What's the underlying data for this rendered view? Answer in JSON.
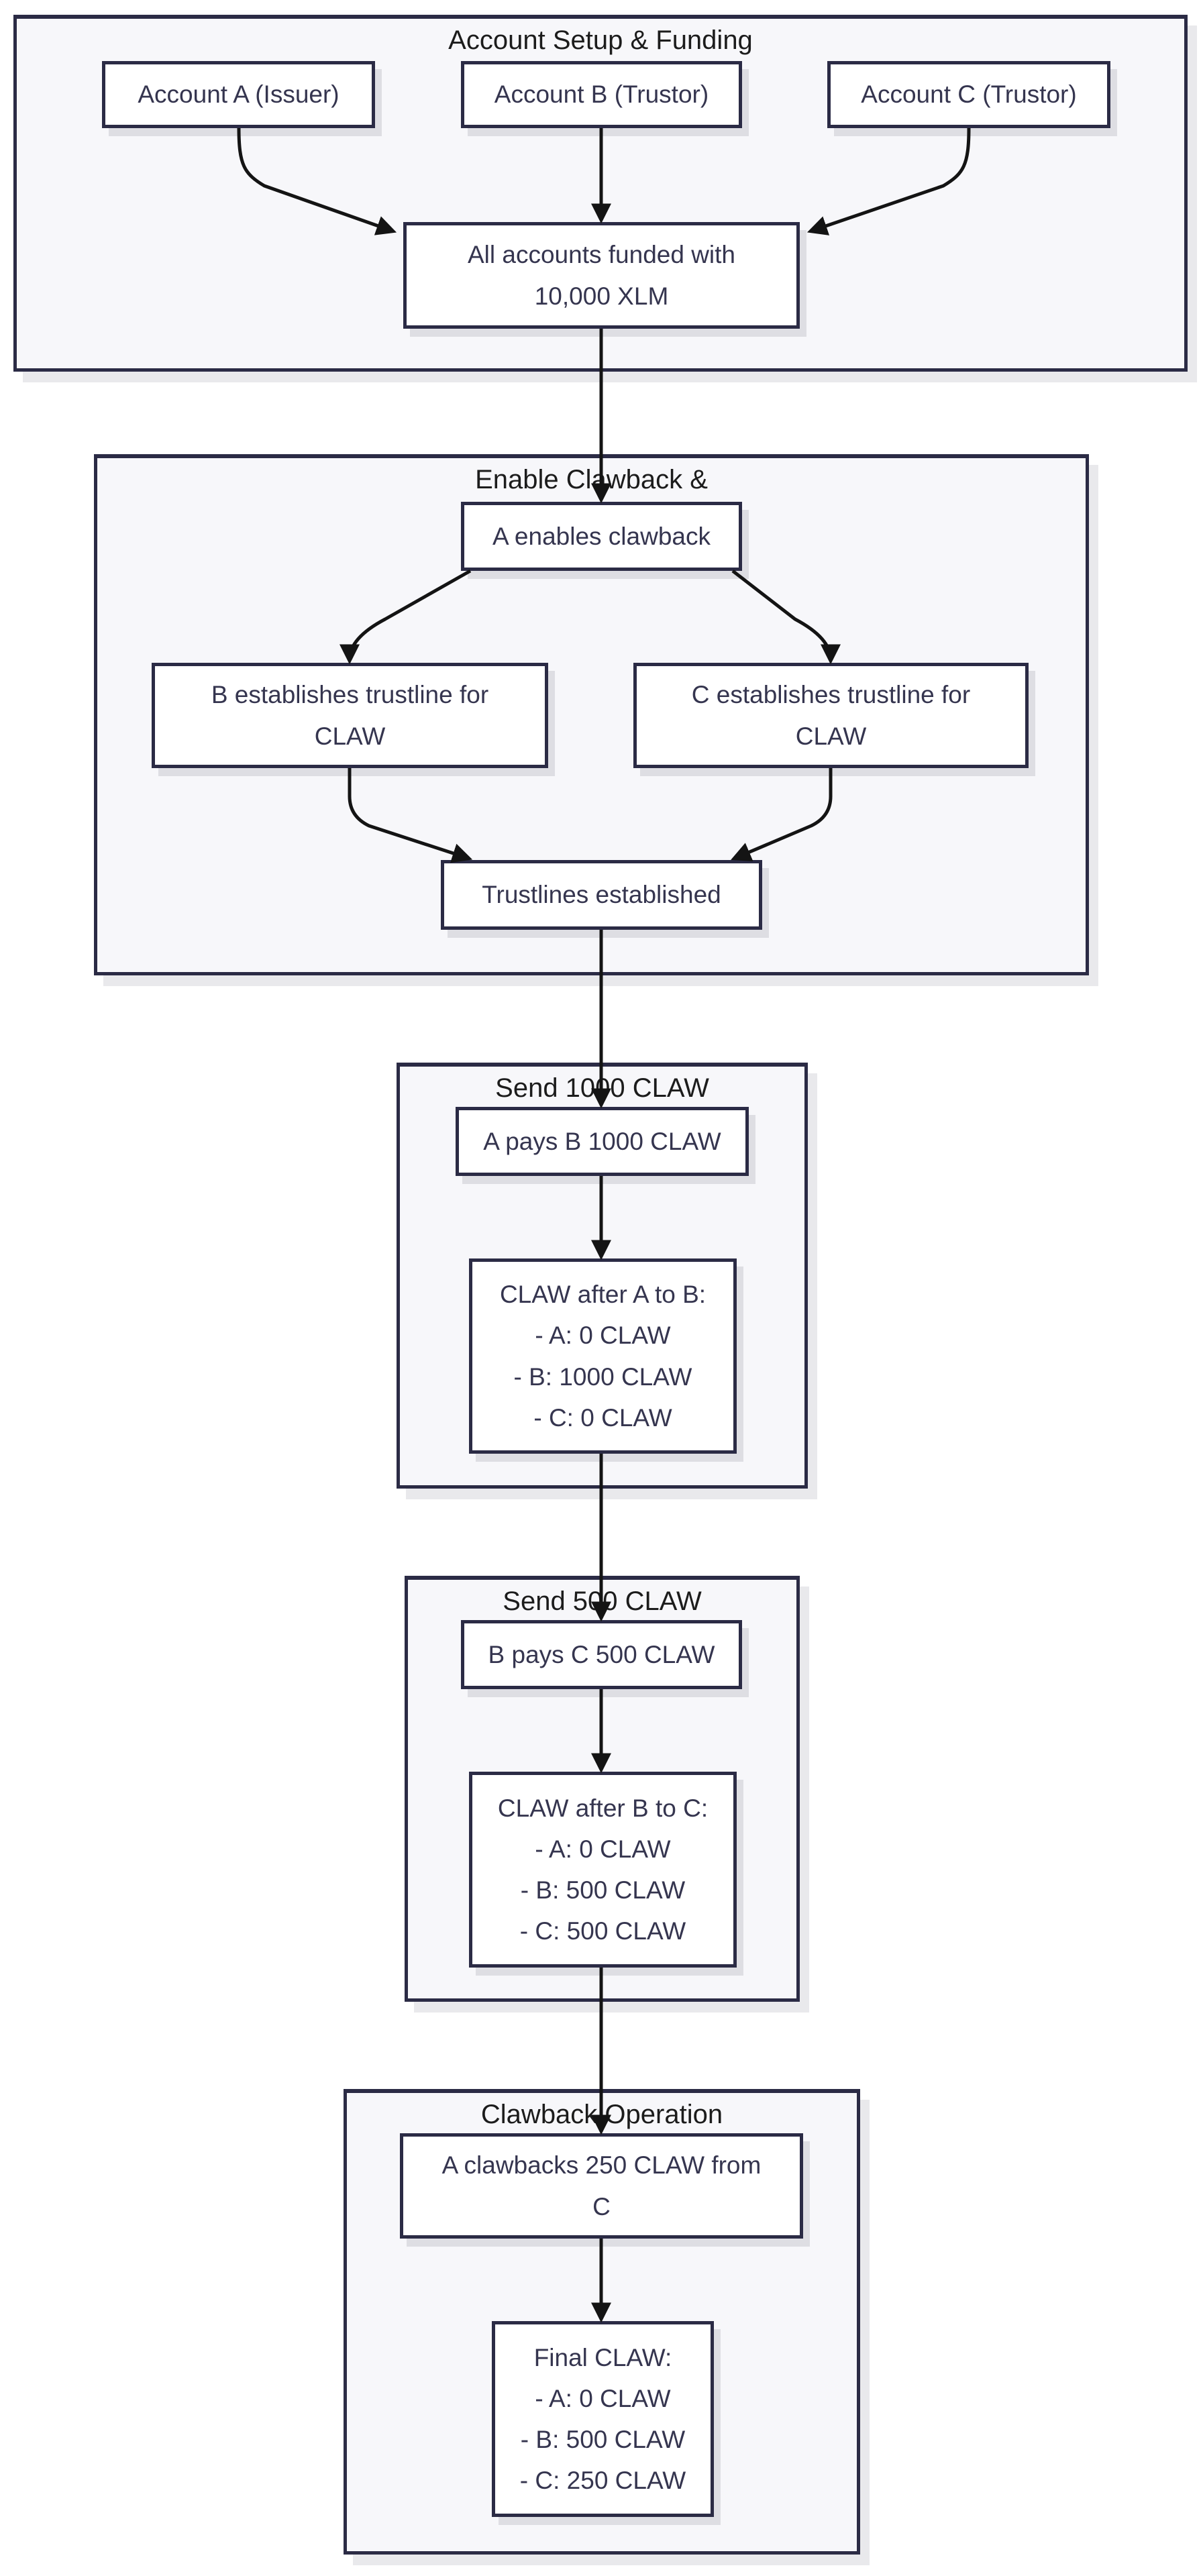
{
  "sections": [
    {
      "title": "Account Setup & Funding"
    },
    {
      "title": "Enable Clawback &"
    },
    {
      "title": "Send 1000 CLAW"
    },
    {
      "title": "Send 500 CLAW"
    },
    {
      "title": "Clawback Operation"
    }
  ],
  "nodes": {
    "account_a": {
      "label": "Account A (Issuer)"
    },
    "account_b": {
      "label": "Account B (Trustor)"
    },
    "account_c": {
      "label": "Account C (Trustor)"
    },
    "funded": {
      "lines": [
        "All accounts funded with",
        "10,000 XLM"
      ]
    },
    "enable_clawback": {
      "label": "A enables clawback"
    },
    "trustline_b": {
      "lines": [
        "B establishes trustline for",
        "CLAW"
      ]
    },
    "trustline_c": {
      "lines": [
        "C establishes trustline for",
        "CLAW"
      ]
    },
    "trustlines_established": {
      "label": "Trustlines established"
    },
    "pay_a_to_b": {
      "label": "A pays B 1000 CLAW"
    },
    "balances_after_a_to_b": {
      "lines": [
        "CLAW after A to B:",
        "- A: 0 CLAW",
        "- B: 1000 CLAW",
        "- C: 0 CLAW"
      ]
    },
    "pay_b_to_c": {
      "label": "B pays C 500 CLAW"
    },
    "balances_after_b_to_c": {
      "lines": [
        "CLAW after B to C:",
        "- A: 0 CLAW",
        "- B: 500 CLAW",
        "- C: 500 CLAW"
      ]
    },
    "clawback_250": {
      "lines": [
        "A clawbacks 250 CLAW from",
        "C"
      ]
    },
    "final_balances": {
      "lines": [
        "Final CLAW:",
        "- A: 0 CLAW",
        "- B: 500 CLAW",
        "- C: 250 CLAW"
      ]
    }
  },
  "colors": {
    "background": "#ffffff",
    "section_fill": "#f7f7fa",
    "section_border": "#2b2b45",
    "node_fill": "#ffffff",
    "node_border": "#2b2b45",
    "node_text": "#35354f",
    "title_text": "#1c1c1c",
    "connector": "#141414"
  }
}
